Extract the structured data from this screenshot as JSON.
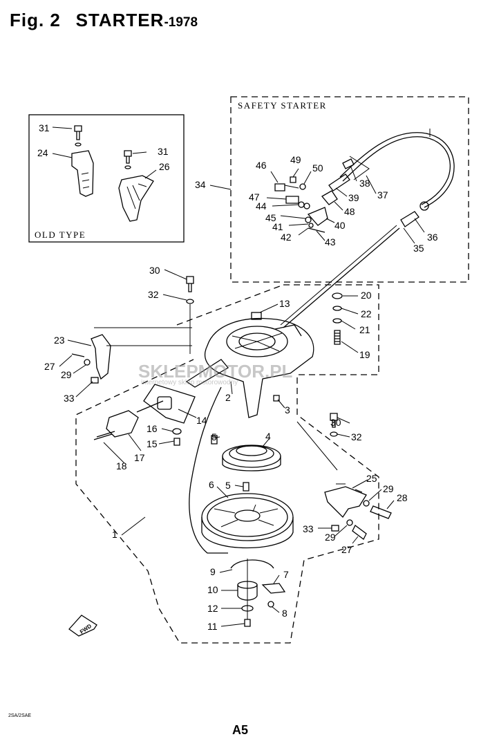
{
  "title": {
    "fig": "Fig. 2",
    "name": "STARTER",
    "year": "-1978"
  },
  "boxes": {
    "old_type": "OLD TYPE",
    "safety_starter": "SAFETY STARTER"
  },
  "watermark": {
    "brand": "SKLEPMOTOR.PL",
    "tagline": "internetowy sklep motorowodny"
  },
  "direction_tag": "FWD",
  "labels": {
    "n1": "1",
    "n2": "2",
    "n3": "3",
    "n4": "4",
    "n5a": "5",
    "n5b": "5",
    "n6": "6",
    "n7": "7",
    "n8": "8",
    "n9": "9",
    "n10": "10",
    "n11": "11",
    "n12": "12",
    "n13": "13",
    "n14": "14",
    "n15": "15",
    "n16": "16",
    "n17": "17",
    "n18": "18",
    "n19": "19",
    "n20": "20",
    "n21": "21",
    "n22": "22",
    "n23": "23",
    "n24": "24",
    "n25": "25",
    "n26": "26",
    "n27a": "27",
    "n27b": "27",
    "n28": "28",
    "n29a": "29",
    "n29b": "29",
    "n29c": "29",
    "n30a": "30",
    "n30b": "30",
    "n31a": "31",
    "n31b": "31",
    "n32a": "32",
    "n32b": "32",
    "n33a": "33",
    "n33b": "33",
    "n34": "34",
    "n35": "35",
    "n36": "36",
    "n37": "37",
    "n38": "38",
    "n39": "39",
    "n40": "40",
    "n41": "41",
    "n42": "42",
    "n43": "43",
    "n44": "44",
    "n45": "45",
    "n46": "46",
    "n47": "47",
    "n48": "48",
    "n49": "49",
    "n50": "50"
  },
  "footer": {
    "code": "2SA/2SAE",
    "page": "A5"
  }
}
